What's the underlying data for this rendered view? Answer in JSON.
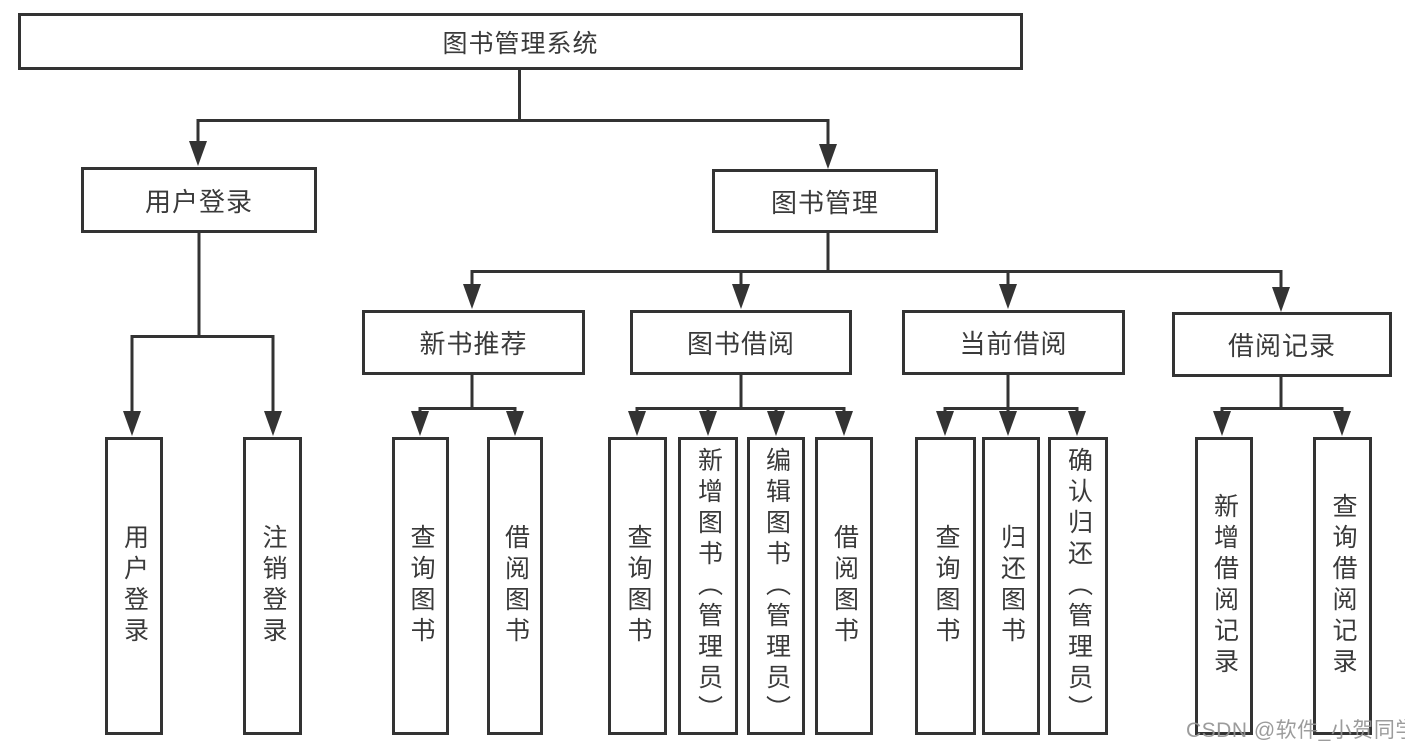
{
  "tree": {
    "label": "图书管理系统",
    "children": [
      {
        "label": "用户登录",
        "children": [
          {
            "label": "用户登录"
          },
          {
            "label": "注销登录"
          }
        ]
      },
      {
        "label": "图书管理",
        "children": [
          {
            "label": "新书推荐",
            "children": [
              {
                "label": "查询图书"
              },
              {
                "label": "借阅图书"
              }
            ]
          },
          {
            "label": "图书借阅",
            "children": [
              {
                "label": "查询图书"
              },
              {
                "label": "新增图书（管理员）"
              },
              {
                "label": "编辑图书（管理员）"
              },
              {
                "label": "借阅图书"
              }
            ]
          },
          {
            "label": "当前借阅",
            "children": [
              {
                "label": "查询图书"
              },
              {
                "label": "归还图书"
              },
              {
                "label": "确认归还（管理员）"
              }
            ]
          },
          {
            "label": "借阅记录",
            "children": [
              {
                "label": "新增借阅记录"
              },
              {
                "label": "查询借阅记录"
              }
            ]
          }
        ]
      }
    ]
  },
  "watermark": {
    "text": "CSDN @软件_小贺同学"
  },
  "colors": {
    "line": "#333333",
    "box_border": "#333333",
    "text": "#3a3a3a",
    "watermark": "#949494",
    "background": "#ffffff"
  }
}
